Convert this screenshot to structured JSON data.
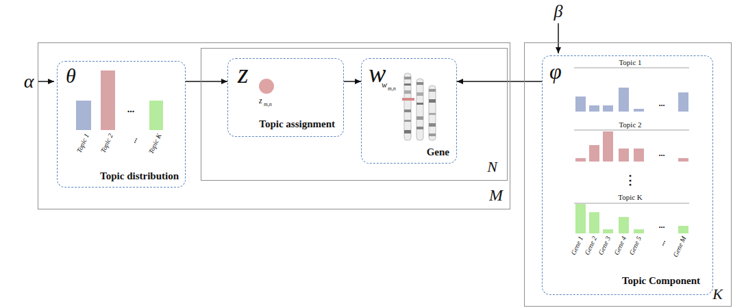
{
  "diagram": {
    "nodes": [
      {
        "text": [
          "M"
        ]
      },
      {
        "text": [
          "θ",
          "Topic distribution"
        ],
        "in": 0
      },
      {
        "text": [
          "N"
        ],
        "in": 0
      },
      {
        "text": [
          "z",
          "Topic assignment"
        ],
        "in": 2
      },
      {
        "text": [
          "w",
          "Gene"
        ],
        "in": 2
      },
      {
        "text": [
          "K"
        ]
      },
      {
        "text": [
          "φ",
          "Topic Component"
        ],
        "in": 5
      }
    ],
    "edges": [
      {
        "from": 1,
        "to": 3,
        "arrow": "to"
      },
      {
        "from": 3,
        "to": 4,
        "arrow": "to"
      },
      {
        "from": 6,
        "to": 4,
        "arrow": "to"
      }
    ],
    "labels": [
      "α",
      "β",
      "...",
      "Topic 1",
      "Topic 2",
      "...",
      "Topic K",
      "z",
      "m,n",
      "w",
      "m,n",
      "Topic 1",
      "...",
      "Topic 2",
      "...",
      "⋮",
      "Topic K",
      "...",
      "Gene 1",
      "Gene 2",
      "Gene 3",
      "Gene 4",
      "Gene 5",
      "...",
      "Gene M"
    ]
  }
}
